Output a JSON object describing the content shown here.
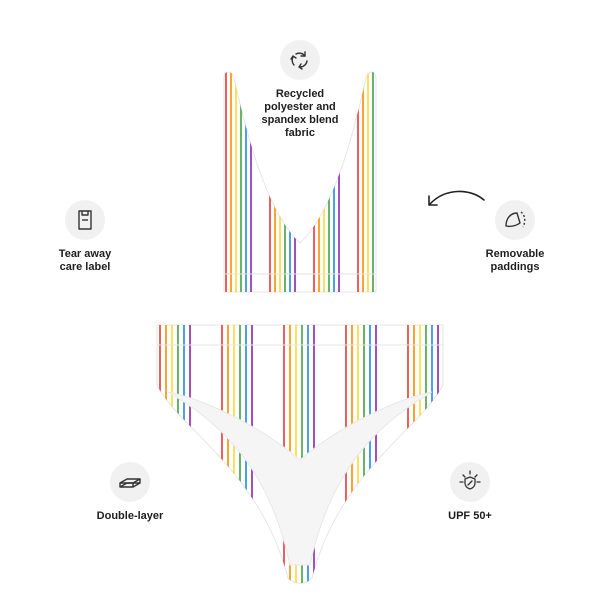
{
  "features": {
    "recycled": {
      "icon": "recycle-icon",
      "label": "Recycled\npolyester and\nspandex blend\nfabric"
    },
    "tear_away": {
      "icon": "care-label-icon",
      "label": "Tear away\ncare label"
    },
    "removable": {
      "icon": "padding-icon",
      "label": "Removable\npaddings"
    },
    "double_layer": {
      "icon": "double-layer-icon",
      "label": "Double-layer"
    },
    "upf": {
      "icon": "sun-shield-icon",
      "label": "UPF 50+"
    }
  },
  "colors": {
    "background": "#ffffff",
    "icon_bg": "#f1f1f1",
    "text": "#1e1e1e",
    "stripes": [
      "#e53935",
      "#fb8c00",
      "#fdd835",
      "#43a047",
      "#1e88e5",
      "#8e24aa"
    ]
  }
}
